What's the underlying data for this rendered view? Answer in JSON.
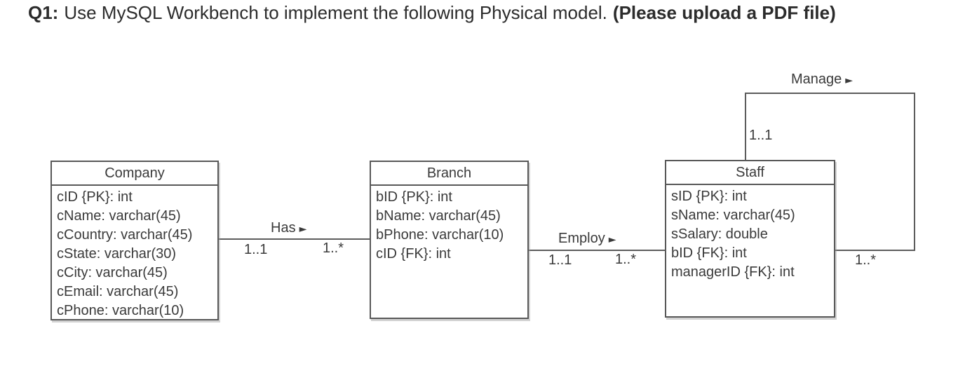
{
  "question": {
    "number": "Q1:",
    "text": "Use MySQL Workbench to implement the following Physical model.",
    "note": "(Please upload a PDF file)"
  },
  "diagram": {
    "entities": [
      {
        "name": "Company",
        "attributes": [
          "cID {PK}: int",
          "cName: varchar(45)",
          "cCountry: varchar(45)",
          "cState: varchar(30)",
          "cCity: varchar(45)",
          "cEmail: varchar(45)",
          "cPhone: varchar(10)"
        ]
      },
      {
        "name": "Branch",
        "attributes": [
          "bID {PK}: int",
          "bName: varchar(45)",
          "bPhone: varchar(10)",
          "cID {FK}: int"
        ]
      },
      {
        "name": "Staff",
        "attributes": [
          "sID {PK}: int",
          "sName: varchar(45)",
          "sSalary: double",
          "bID {FK}: int",
          "managerID {FK}: int"
        ]
      }
    ],
    "relationships": [
      {
        "name": "Has",
        "arrow": "►",
        "source": "Company",
        "target": "Branch",
        "source_multiplicity": "1..1",
        "target_multiplicity": "1..*"
      },
      {
        "name": "Employ",
        "arrow": "►",
        "source": "Branch",
        "target": "Staff",
        "source_multiplicity": "1..1",
        "target_multiplicity": "1..*"
      },
      {
        "name": "Manage",
        "arrow": "►",
        "source": "Staff",
        "target": "Staff",
        "source_multiplicity": "1..1",
        "target_multiplicity": "1..*"
      }
    ],
    "colors": {
      "line": "#5c5c5c",
      "text": "#3a3a3a",
      "background": "#ffffff"
    }
  }
}
